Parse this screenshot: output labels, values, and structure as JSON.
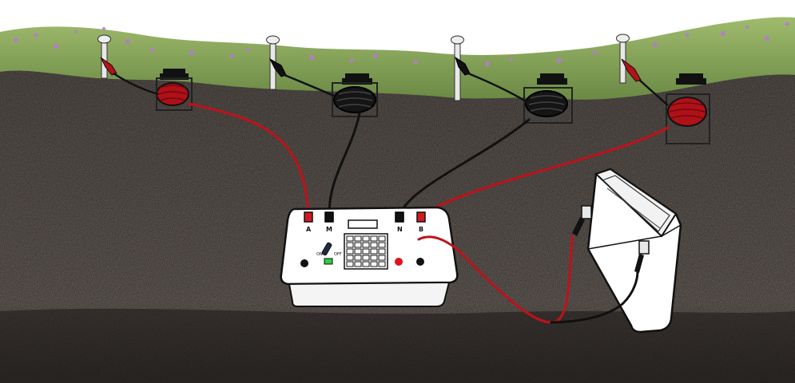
{
  "scene": {
    "colors": {
      "sky": "#ffffff",
      "grass": "#7f9e55",
      "flowers": "#b77ad2",
      "soil": "#2a2522",
      "soil_dark": "#1b1816",
      "red_wire": "#c0111a",
      "black_wire": "#111111",
      "device_body": "#ffffff",
      "indicator": "#2ecc40"
    },
    "electrodes": [
      {
        "name": "A",
        "reel": "red"
      },
      {
        "name": "M",
        "reel": "black"
      },
      {
        "name": "N",
        "reel": "black"
      },
      {
        "name": "B",
        "reel": "red"
      }
    ],
    "meter": {
      "terminals": [
        {
          "label": "A",
          "color": "red"
        },
        {
          "label": "M",
          "color": "black"
        },
        {
          "label": "N",
          "color": "black"
        },
        {
          "label": "B",
          "color": "red"
        }
      ],
      "switch_on": "ON",
      "switch_off": "OFF"
    },
    "battery": {
      "icon": "battery-icon"
    }
  }
}
